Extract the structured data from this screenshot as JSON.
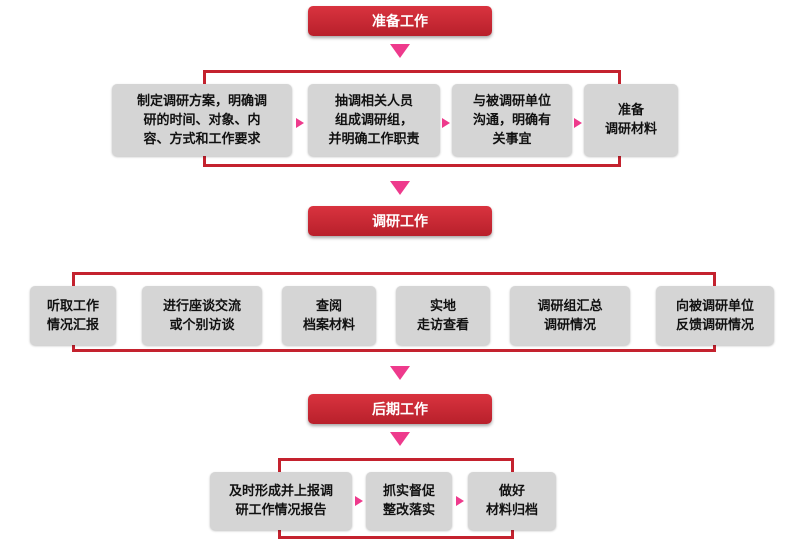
{
  "stages": {
    "prep": "准备工作",
    "research": "调研工作",
    "later": "后期工作"
  },
  "prep_steps": [
    [
      "制定调研方案，明确调",
      "研的时间、对象、内",
      "容、方式和工作要求"
    ],
    [
      "抽调相关人员",
      "组成调研组，",
      "并明确工作职责"
    ],
    [
      "与被调研单位",
      "沟通，明确有",
      "关事宜"
    ],
    [
      "准备",
      "调研材料"
    ]
  ],
  "research_steps": [
    [
      "听取工作",
      "情况汇报"
    ],
    [
      "进行座谈交流",
      "或个别访谈"
    ],
    [
      "查阅",
      "档案材料"
    ],
    [
      "实地",
      "走访查看"
    ],
    [
      "调研组汇总",
      "调研情况"
    ],
    [
      "向被调研单位",
      "反馈调研情况"
    ]
  ],
  "later_steps": [
    [
      "及时形成并上报调",
      "研工作情况报告"
    ],
    [
      "抓实督促",
      "整改落实"
    ],
    [
      "做好",
      "材料归档"
    ]
  ],
  "colors": {
    "stage_red": "#c4222e",
    "arrow_pink": "#ee3a8c",
    "box_gray": "#d5d5d5"
  }
}
